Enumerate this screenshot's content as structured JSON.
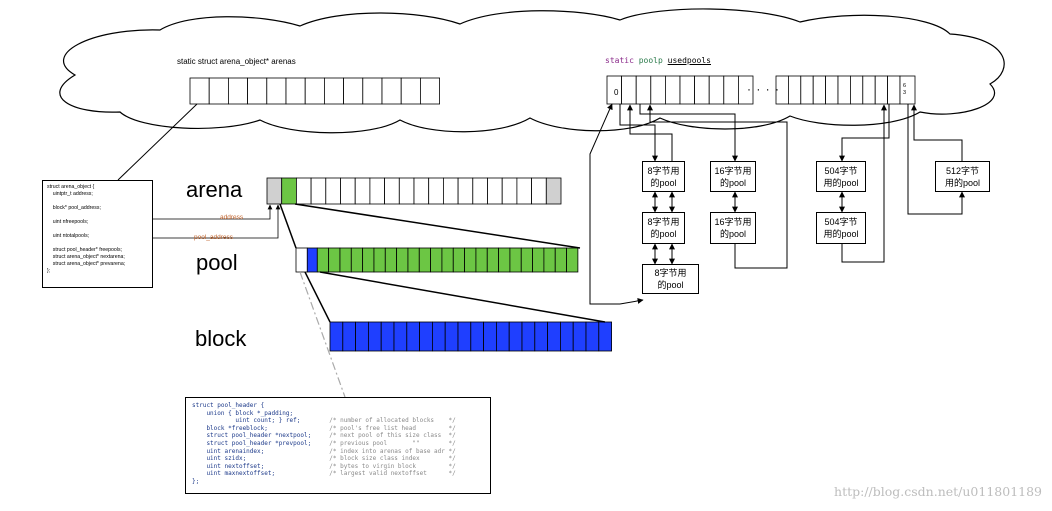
{
  "cloud": {
    "arenas_label": "static struct arena_object* arenas",
    "usedpools_prefix": "static ",
    "usedpools_type": "poolp",
    "usedpools_name": "usedpools",
    "dots": "· · · ·",
    "first_index": "0",
    "last_index": "6\n3"
  },
  "struct_arena_object": {
    "lines": [
      "struct arena_object {",
      "    uintptr_t address;",
      "",
      "    block* pool_address;",
      "",
      "    uint nfreepools;",
      "",
      "    uint ntotalpools;",
      "",
      "    struct pool_header* freepools;",
      "    struct arena_object* nextarena;",
      "    struct arena_object* prevarena;",
      "};"
    ]
  },
  "arrows": {
    "address": "address",
    "pool_address": "pool_address"
  },
  "labels": {
    "arena": "arena",
    "pool": "pool",
    "block": "block"
  },
  "pools": {
    "p8a": "8字节用\n的pool",
    "p8b": "8字节用\n的pool",
    "p8c": "8字节用\n的pool",
    "p16a": "16字节用\n的pool",
    "p16b": "16字节用\n的pool",
    "p504a": "504字节\n用的pool",
    "p504b": "504字节\n用的pool",
    "p512": "512字节\n用的pool"
  },
  "pool_header": {
    "lines": [
      {
        "code": "struct pool_header {",
        "comment": ""
      },
      {
        "code": "    union { block *_padding;",
        "comment": ""
      },
      {
        "code": "            uint count; } ref;",
        "comment": "/* number of allocated blocks    */"
      },
      {
        "code": "    block *freeblock;",
        "comment": "/* pool's free list head         */"
      },
      {
        "code": "    struct pool_header *nextpool;",
        "comment": "/* next pool of this size class  */"
      },
      {
        "code": "    struct pool_header *prevpool;",
        "comment": "/* previous pool       \"\"        */"
      },
      {
        "code": "    uint arenaindex;",
        "comment": "/* index into arenas of base adr */"
      },
      {
        "code": "    uint szidx;",
        "comment": "/* block size class index        */"
      },
      {
        "code": "    uint nextoffset;",
        "comment": "/* bytes to virgin block         */"
      },
      {
        "code": "    uint maxnextoffset;",
        "comment": "/* largest valid nextoffset      */"
      },
      {
        "code": "};",
        "comment": ""
      }
    ]
  },
  "watermark": "http://blog.csdn.net/u011801189",
  "colors": {
    "green": "#6cc644",
    "blue": "#1f3fff",
    "gray": "#d0d0d0",
    "orange_label": "#c0622a"
  }
}
